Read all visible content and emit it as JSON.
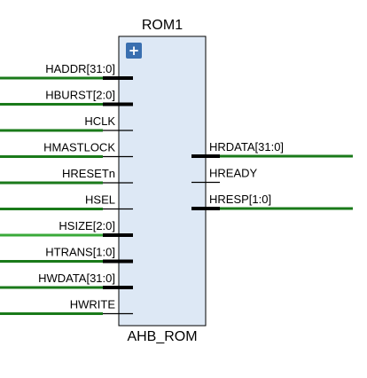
{
  "block": {
    "instance_name": "ROM1",
    "module_name": "AHB_ROM",
    "expand_glyph": "+",
    "expand_icon": "plus-icon",
    "fill_color": "#dde8f5",
    "border_color": "#000000"
  },
  "colors": {
    "bus": "#000000",
    "net": "#1a7a1a",
    "net_highlight": "#3aa93a",
    "expand_button": "#3a6fb0"
  },
  "input_ports": [
    {
      "label": "HADDR[31:0]",
      "bus": true,
      "connected": true
    },
    {
      "label": "HBURST[2:0]",
      "bus": true,
      "connected": true
    },
    {
      "label": "HCLK",
      "bus": false,
      "connected": true
    },
    {
      "label": "HMASTLOCK",
      "bus": false,
      "connected": true
    },
    {
      "label": "HRESETn",
      "bus": false,
      "connected": true
    },
    {
      "label": "HSEL",
      "bus": false,
      "connected": true
    },
    {
      "label": "HSIZE[2:0]",
      "bus": true,
      "connected": true,
      "highlight": true
    },
    {
      "label": "HTRANS[1:0]",
      "bus": true,
      "connected": true
    },
    {
      "label": "HWDATA[31:0]",
      "bus": true,
      "connected": true
    },
    {
      "label": "HWRITE",
      "bus": false,
      "connected": true
    }
  ],
  "output_ports": [
    {
      "label": "HRDATA[31:0]",
      "bus": true,
      "connected": true
    },
    {
      "label": "HREADY",
      "bus": false,
      "connected": false
    },
    {
      "label": "HRESP[1:0]",
      "bus": true,
      "connected": true
    }
  ]
}
